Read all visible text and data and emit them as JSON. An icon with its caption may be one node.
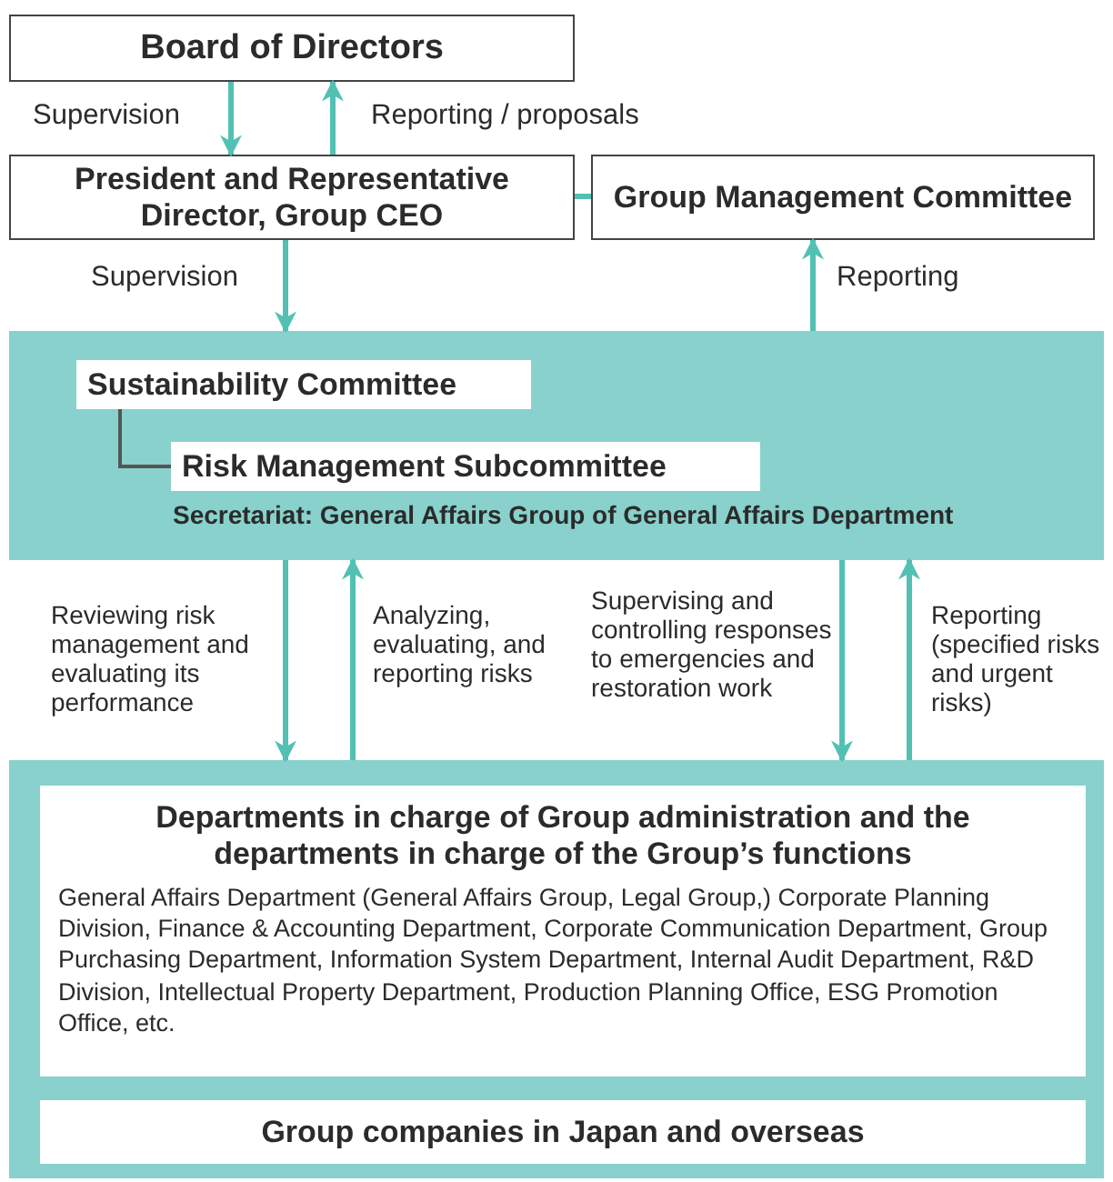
{
  "diagram": {
    "nodes": [
      {
        "text": [
          "Board of Directors"
        ]
      },
      {
        "text": [
          "President and Representative Director, Group CEO"
        ]
      },
      {
        "text": [
          "Group Management Committee"
        ]
      },
      {
        "text": [
          "Secretariat: General Affairs Group of General Affairs Department"
        ]
      },
      {
        "text": [
          "Sustainability Committee"
        ],
        "in": 3
      },
      {
        "text": [
          "Risk Management Subcommittee"
        ],
        "in": 3
      },
      {
        "text": [],
        "shape": "box"
      },
      {
        "text": [
          "Departments in charge of Group administration and the departments in charge of the Group’s functions",
          "General Affairs Department (General Affairs Group, Legal Group,) Corporate Planning Division, Finance & Accounting Department, Corporate Communication Department, Group Purchasing Department, Information System Department, Internal Audit Department, R&D Division, Intellectual Property Department, Production Planning Office, ESG Promotion Office, etc."
        ],
        "in": 6
      },
      {
        "text": [
          "Group companies in Japan and overseas"
        ],
        "in": 6
      }
    ],
    "edges": [
      {
        "from": 0,
        "to": 1,
        "arrow": "to",
        "label": "Supervision"
      },
      {
        "from": 1,
        "to": 0,
        "arrow": "to",
        "label": "Reporting / proposals"
      },
      {
        "from": 1,
        "to": 2,
        "arrow": "none"
      },
      {
        "from": 1,
        "to": 3,
        "arrow": "to",
        "label": "Supervision"
      },
      {
        "from": 3,
        "to": 2,
        "arrow": "to",
        "label": "Reporting"
      },
      {
        "from": 3,
        "to": 6,
        "arrow": "to",
        "label": "Reviewing risk management and evaluating its performance"
      },
      {
        "from": 6,
        "to": 3,
        "arrow": "to",
        "label": "Analyzing, evaluating, and reporting risks"
      },
      {
        "from": 3,
        "to": 6,
        "arrow": "to",
        "label": "Supervising and controlling responses to emergencies and restoration work"
      },
      {
        "from": 6,
        "to": 3,
        "arrow": "to",
        "label": "Reporting (specified risks and urgent risks)"
      },
      {
        "from": 4,
        "to": 5,
        "arrow": "none",
        "color": "#555555"
      }
    ]
  }
}
